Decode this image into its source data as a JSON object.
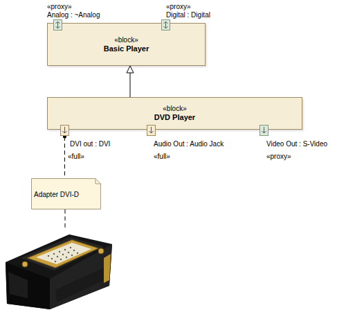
{
  "diagram": {
    "nodes": [
      {
        "text": [
          "«proxy»",
          "Analog : ~Analog"
        ]
      },
      {
        "text": [
          "«proxy»",
          "Digital : Digital"
        ]
      },
      {
        "text": [
          "«block»",
          "Basic Player"
        ]
      },
      {
        "text": [
          "«block»",
          "DVD Player"
        ]
      },
      {
        "text": [
          "DVI out : DVI",
          "«full»"
        ]
      },
      {
        "text": [
          "Audio Out : Audio Jack",
          "«full»"
        ]
      },
      {
        "text": [
          "Video Out : S-Video",
          "«proxy»"
        ]
      },
      {
        "text": [
          "Adapter DVI-D"
        ]
      }
    ],
    "edges": [
      {
        "from": 3,
        "to": 2,
        "arrow": "to"
      },
      {
        "from": 4,
        "to": 7,
        "arrow": "none"
      }
    ]
  }
}
